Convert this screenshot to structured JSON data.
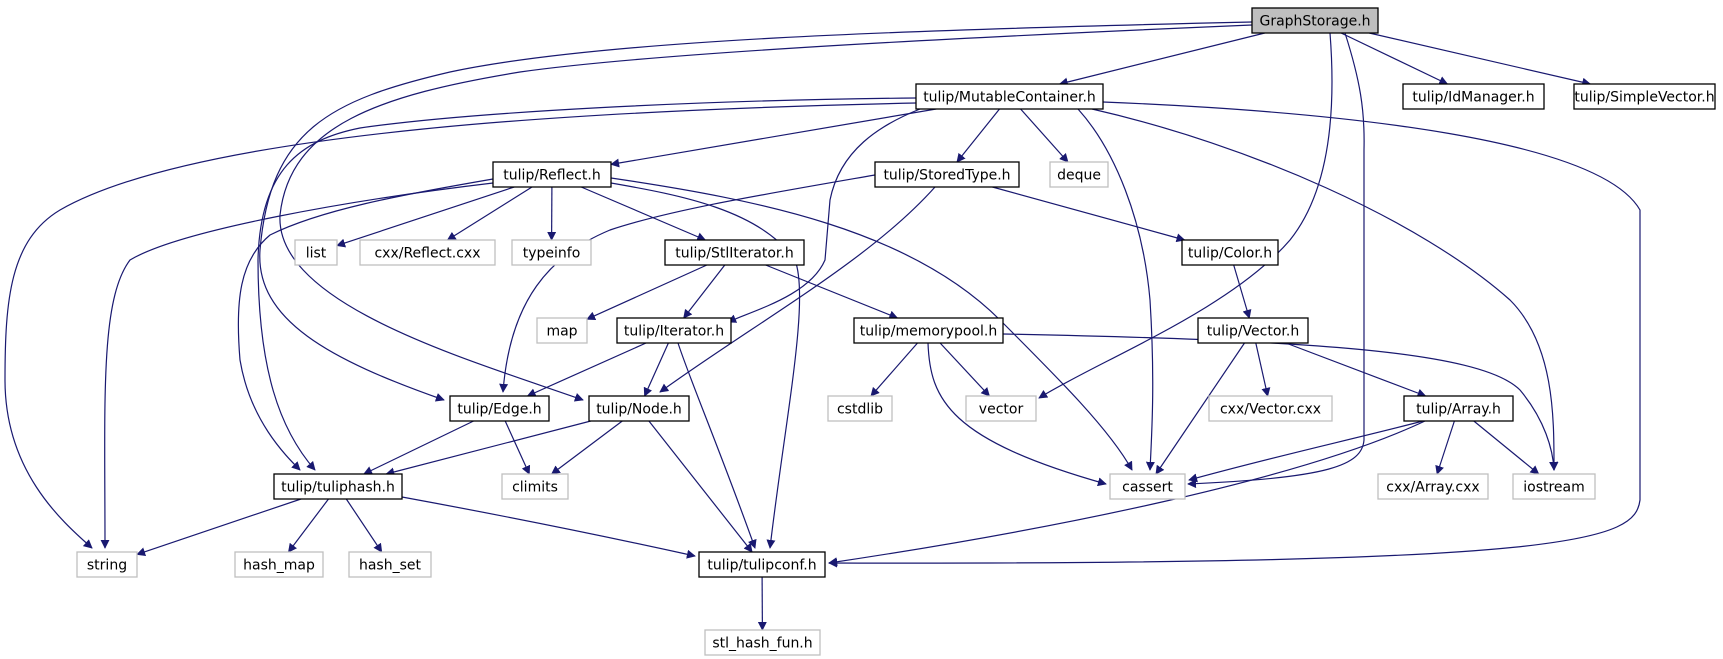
{
  "diagram": {
    "edge_color": "#191970",
    "nodes": [
      {
        "id": "n0",
        "label": "GraphStorage.h",
        "style": "root",
        "fill": "#bfbfbf",
        "stroke": "#000000"
      },
      {
        "id": "n1",
        "label": "tulip/MutableContainer.h",
        "style": "documented",
        "fill": "#ffffff",
        "stroke": "#000000"
      },
      {
        "id": "n2",
        "label": "tulip/IdManager.h",
        "style": "documented",
        "fill": "#ffffff",
        "stroke": "#000000"
      },
      {
        "id": "n3",
        "label": "tulip/SimpleVector.h",
        "style": "documented",
        "fill": "#ffffff",
        "stroke": "#000000"
      },
      {
        "id": "n4",
        "label": "tulip/Reflect.h",
        "style": "documented",
        "fill": "#ffffff",
        "stroke": "#000000"
      },
      {
        "id": "n5",
        "label": "tulip/StoredType.h",
        "style": "documented",
        "fill": "#ffffff",
        "stroke": "#000000"
      },
      {
        "id": "n6",
        "label": "deque",
        "style": "external",
        "fill": "#ffffff",
        "stroke": "#bfbfbf"
      },
      {
        "id": "n7",
        "label": "list",
        "style": "external",
        "fill": "#ffffff",
        "stroke": "#bfbfbf"
      },
      {
        "id": "n8",
        "label": "cxx/Reflect.cxx",
        "style": "external",
        "fill": "#ffffff",
        "stroke": "#bfbfbf"
      },
      {
        "id": "n9",
        "label": "typeinfo",
        "style": "external",
        "fill": "#ffffff",
        "stroke": "#bfbfbf"
      },
      {
        "id": "n10",
        "label": "tulip/StlIterator.h",
        "style": "documented",
        "fill": "#ffffff",
        "stroke": "#000000"
      },
      {
        "id": "n11",
        "label": "tulip/Color.h",
        "style": "documented",
        "fill": "#ffffff",
        "stroke": "#000000"
      },
      {
        "id": "n12",
        "label": "map",
        "style": "external",
        "fill": "#ffffff",
        "stroke": "#bfbfbf"
      },
      {
        "id": "n13",
        "label": "tulip/Iterator.h",
        "style": "documented",
        "fill": "#ffffff",
        "stroke": "#000000"
      },
      {
        "id": "n14",
        "label": "tulip/memorypool.h",
        "style": "documented",
        "fill": "#ffffff",
        "stroke": "#000000"
      },
      {
        "id": "n15",
        "label": "tulip/Vector.h",
        "style": "documented",
        "fill": "#ffffff",
        "stroke": "#000000"
      },
      {
        "id": "n16",
        "label": "tulip/Edge.h",
        "style": "documented",
        "fill": "#ffffff",
        "stroke": "#000000"
      },
      {
        "id": "n17",
        "label": "tulip/Node.h",
        "style": "documented",
        "fill": "#ffffff",
        "stroke": "#000000"
      },
      {
        "id": "n18",
        "label": "cstdlib",
        "style": "external",
        "fill": "#ffffff",
        "stroke": "#bfbfbf"
      },
      {
        "id": "n19",
        "label": "vector",
        "style": "external",
        "fill": "#ffffff",
        "stroke": "#bfbfbf"
      },
      {
        "id": "n20",
        "label": "cxx/Vector.cxx",
        "style": "external",
        "fill": "#ffffff",
        "stroke": "#bfbfbf"
      },
      {
        "id": "n21",
        "label": "tulip/Array.h",
        "style": "documented",
        "fill": "#ffffff",
        "stroke": "#000000"
      },
      {
        "id": "n22",
        "label": "tulip/tuliphash.h",
        "style": "documented",
        "fill": "#ffffff",
        "stroke": "#000000"
      },
      {
        "id": "n23",
        "label": "climits",
        "style": "external",
        "fill": "#ffffff",
        "stroke": "#bfbfbf"
      },
      {
        "id": "n24",
        "label": "cassert",
        "style": "external",
        "fill": "#ffffff",
        "stroke": "#bfbfbf"
      },
      {
        "id": "n25",
        "label": "cxx/Array.cxx",
        "style": "external",
        "fill": "#ffffff",
        "stroke": "#bfbfbf"
      },
      {
        "id": "n26",
        "label": "iostream",
        "style": "external",
        "fill": "#ffffff",
        "stroke": "#bfbfbf"
      },
      {
        "id": "n27",
        "label": "string",
        "style": "external",
        "fill": "#ffffff",
        "stroke": "#bfbfbf"
      },
      {
        "id": "n28",
        "label": "hash_map",
        "style": "external",
        "fill": "#ffffff",
        "stroke": "#bfbfbf"
      },
      {
        "id": "n29",
        "label": "hash_set",
        "style": "external",
        "fill": "#ffffff",
        "stroke": "#bfbfbf"
      },
      {
        "id": "n30",
        "label": "tulip/tulipconf.h",
        "style": "documented",
        "fill": "#ffffff",
        "stroke": "#000000"
      },
      {
        "id": "n31",
        "label": "stl_hash_fun.h",
        "style": "external",
        "fill": "#ffffff",
        "stroke": "#bfbfbf"
      }
    ],
    "edges": [
      {
        "from": "n0",
        "to": "n1"
      },
      {
        "from": "n0",
        "to": "n2"
      },
      {
        "from": "n0",
        "to": "n3"
      },
      {
        "from": "n0",
        "to": "n16"
      },
      {
        "from": "n0",
        "to": "n17"
      },
      {
        "from": "n0",
        "to": "n19"
      },
      {
        "from": "n0",
        "to": "n24"
      },
      {
        "from": "n1",
        "to": "n4"
      },
      {
        "from": "n1",
        "to": "n5"
      },
      {
        "from": "n1",
        "to": "n6"
      },
      {
        "from": "n1",
        "to": "n13"
      },
      {
        "from": "n1",
        "to": "n22"
      },
      {
        "from": "n1",
        "to": "n24"
      },
      {
        "from": "n1",
        "to": "n26"
      },
      {
        "from": "n1",
        "to": "n27"
      },
      {
        "from": "n1",
        "to": "n30"
      },
      {
        "from": "n4",
        "to": "n7"
      },
      {
        "from": "n4",
        "to": "n8"
      },
      {
        "from": "n4",
        "to": "n9"
      },
      {
        "from": "n4",
        "to": "n10"
      },
      {
        "from": "n4",
        "to": "n22"
      },
      {
        "from": "n4",
        "to": "n24"
      },
      {
        "from": "n4",
        "to": "n27"
      },
      {
        "from": "n4",
        "to": "n30"
      },
      {
        "from": "n5",
        "to": "n11"
      },
      {
        "from": "n5",
        "to": "n16"
      },
      {
        "from": "n5",
        "to": "n17"
      },
      {
        "from": "n10",
        "to": "n12"
      },
      {
        "from": "n10",
        "to": "n13"
      },
      {
        "from": "n10",
        "to": "n14"
      },
      {
        "from": "n11",
        "to": "n15"
      },
      {
        "from": "n13",
        "to": "n16"
      },
      {
        "from": "n13",
        "to": "n17"
      },
      {
        "from": "n13",
        "to": "n30"
      },
      {
        "from": "n14",
        "to": "n18"
      },
      {
        "from": "n14",
        "to": "n19"
      },
      {
        "from": "n14",
        "to": "n24"
      },
      {
        "from": "n14",
        "to": "n26"
      },
      {
        "from": "n15",
        "to": "n20"
      },
      {
        "from": "n15",
        "to": "n21"
      },
      {
        "from": "n15",
        "to": "n24"
      },
      {
        "from": "n16",
        "to": "n22"
      },
      {
        "from": "n16",
        "to": "n23"
      },
      {
        "from": "n17",
        "to": "n22"
      },
      {
        "from": "n17",
        "to": "n23"
      },
      {
        "from": "n17",
        "to": "n30"
      },
      {
        "from": "n21",
        "to": "n24"
      },
      {
        "from": "n21",
        "to": "n25"
      },
      {
        "from": "n21",
        "to": "n26"
      },
      {
        "from": "n21",
        "to": "n30"
      },
      {
        "from": "n22",
        "to": "n27"
      },
      {
        "from": "n22",
        "to": "n28"
      },
      {
        "from": "n22",
        "to": "n29"
      },
      {
        "from": "n22",
        "to": "n30"
      },
      {
        "from": "n30",
        "to": "n31"
      }
    ]
  }
}
